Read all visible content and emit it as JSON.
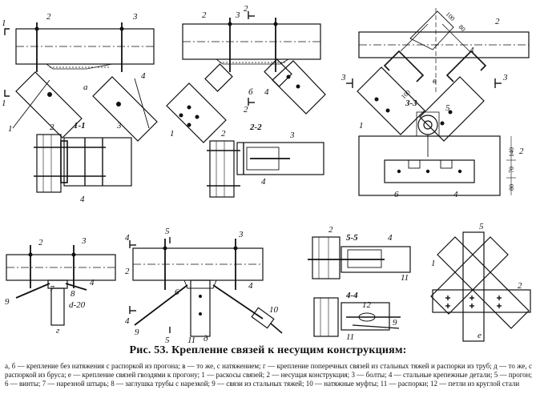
{
  "figure": {
    "caption": "Рис. 53. Крепление связей к несущим конструкциям:",
    "legend": "а, б — крепление без натяжения с распоркой из прогона; в — то же, с натяжением; г — крепление поперечных связей из стальных тяжей и распорки из труб; д — то же, с распоркой из бруса; е — крепление связей гвоздями к прогону; 1 — раскосы связей; 2 — несущая конструкция; 3 — болты; 4 — стальные крепежные детали; 5 — прогон; 6 — винты; 7 — нарезной штырь; 8 — заглушка трубы с нарезкой; 9 — связи из стальных тяжей; 10 — натяжные муфты; 11 — распорки; 12 — петли из круглой стали"
  },
  "views": {
    "a": "а",
    "b": "б",
    "v": "в",
    "g": "г",
    "d": "д",
    "e": "е"
  },
  "sections": {
    "s11": "1-1",
    "s22": "2-2",
    "s33": "3-3",
    "s44": "4-4",
    "s55": "5-5"
  },
  "markers": {
    "one": "1",
    "two": "2",
    "three": "3",
    "four": "4",
    "five": "5"
  },
  "labels": {
    "n1": "1",
    "n2": "2",
    "n3": "3",
    "n4": "4",
    "n5": "5",
    "n6": "6",
    "n7": "7",
    "n8": "8",
    "n9": "9",
    "n10": "10",
    "n11": "11",
    "n12": "12",
    "d20": "d-20"
  },
  "dimensions": {
    "d100": "100",
    "d80": "80",
    "d140": "140",
    "d70": "70"
  }
}
